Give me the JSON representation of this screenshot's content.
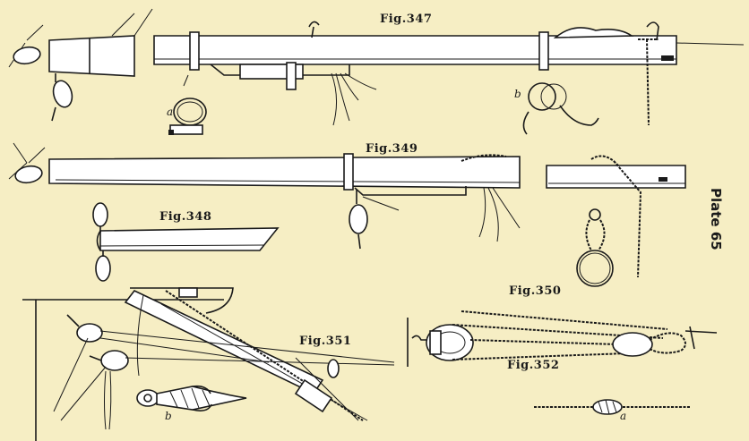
{
  "plate": {
    "title": "Plate 65",
    "background": "#f6eec4",
    "ink": "#1a1a1a"
  },
  "figures": {
    "fig347": {
      "label": "Fig.347",
      "sub_a": "a",
      "sub_b": "b"
    },
    "fig348": {
      "label": "Fig.348"
    },
    "fig349": {
      "label": "Fig.349"
    },
    "fig350": {
      "label": "Fig.350"
    },
    "fig351": {
      "label": "Fig.351",
      "sub_b": "b"
    },
    "fig352": {
      "label": "Fig.352",
      "sub_a": "a"
    }
  }
}
